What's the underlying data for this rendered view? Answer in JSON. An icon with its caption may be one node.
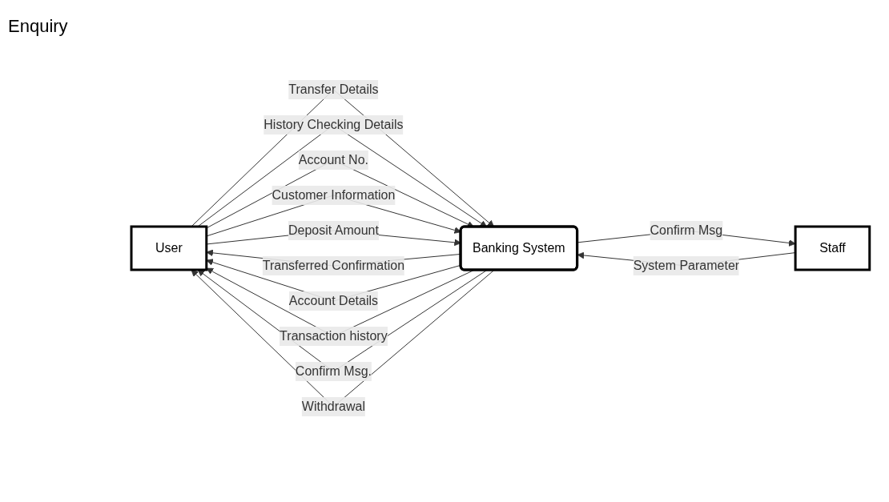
{
  "diagram": {
    "nodes": [
      {
        "text": [
          "User"
        ]
      },
      {
        "text": [
          "Banking System"
        ]
      },
      {
        "text": [
          "Staff"
        ]
      }
    ],
    "edges": [
      {
        "from": 0,
        "to": 1,
        "arrow": "to",
        "label": "Transfer Details"
      },
      {
        "from": 1,
        "to": 0,
        "arrow": "to",
        "label": "Transferred Confirmation"
      },
      {
        "from": 0,
        "to": 1,
        "arrow": "to",
        "label": "History Checking Details"
      },
      {
        "from": 0,
        "to": 1,
        "arrow": "to",
        "label": "Account No."
      },
      {
        "from": 1,
        "to": 0,
        "arrow": "to",
        "label": "Account Details"
      },
      {
        "from": 1,
        "to": 0,
        "arrow": "to",
        "label": "Transaction history"
      },
      {
        "from": 2,
        "to": 1,
        "arrow": "to",
        "label": "System Parameter"
      },
      {
        "from": 1,
        "to": 2,
        "arrow": "to",
        "label": "Confirm Msg"
      },
      {
        "from": 0,
        "to": 1,
        "arrow": "to",
        "label": "Customer Information"
      },
      {
        "from": 1,
        "to": 0,
        "arrow": "to",
        "label": "Confirm Msg."
      },
      {
        "from": 0,
        "to": 1,
        "arrow": "to",
        "label": "Deposit Amount"
      },
      {
        "from": 1,
        "to": 0,
        "arrow": "to",
        "label": "Withdrawal"
      }
    ],
    "labels": [
      "Enquiry"
    ]
  }
}
